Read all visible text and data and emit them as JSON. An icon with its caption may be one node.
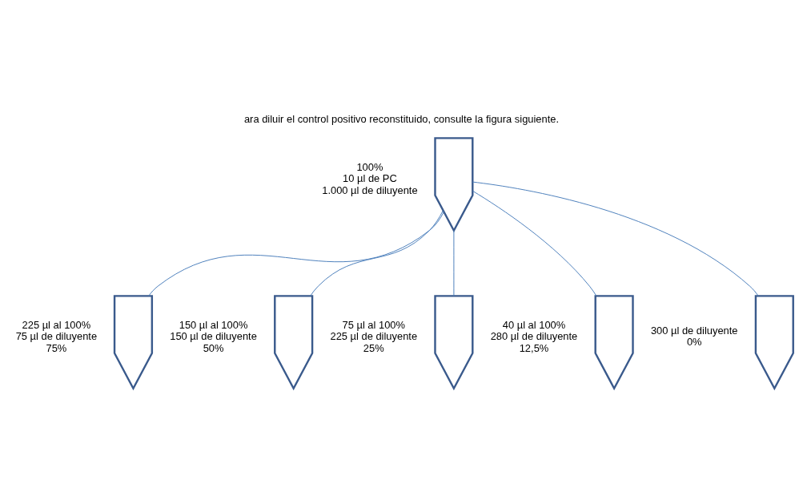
{
  "diagram": {
    "title": "ara diluir el control positivo reconstituido, consulte la figura siguiente.",
    "nodes": [
      {
        "text": [],
        "shape": "tube",
        "beside": [
          "100%",
          "10 µl de PC",
          "1.000 µl de diluyente"
        ]
      },
      {
        "text": [],
        "shape": "tube",
        "beside": [
          "225 µl al 100%",
          "75 µl de diluyente",
          "75%"
        ]
      },
      {
        "text": [],
        "shape": "tube",
        "beside": [
          "150 µl al 100%",
          "150 µl de diluyente",
          "50%"
        ]
      },
      {
        "text": [],
        "shape": "tube",
        "beside": [
          "75 µl al 100%",
          "225 µl de diluyente",
          "25%"
        ]
      },
      {
        "text": [],
        "shape": "tube",
        "beside": [
          "40 µl al 100%",
          "280 µl de diluyente",
          "12,5%"
        ]
      },
      {
        "text": [],
        "shape": "tube",
        "beside": [
          "300 µl de diluyente",
          "0%"
        ]
      }
    ],
    "edges": [
      {
        "from": 0,
        "to": 1,
        "arrow": "none"
      },
      {
        "from": 0,
        "to": 2,
        "arrow": "none"
      },
      {
        "from": 0,
        "to": 3,
        "arrow": "none"
      },
      {
        "from": 0,
        "to": 4,
        "arrow": "none"
      },
      {
        "from": 0,
        "to": 5,
        "arrow": "none"
      }
    ]
  }
}
